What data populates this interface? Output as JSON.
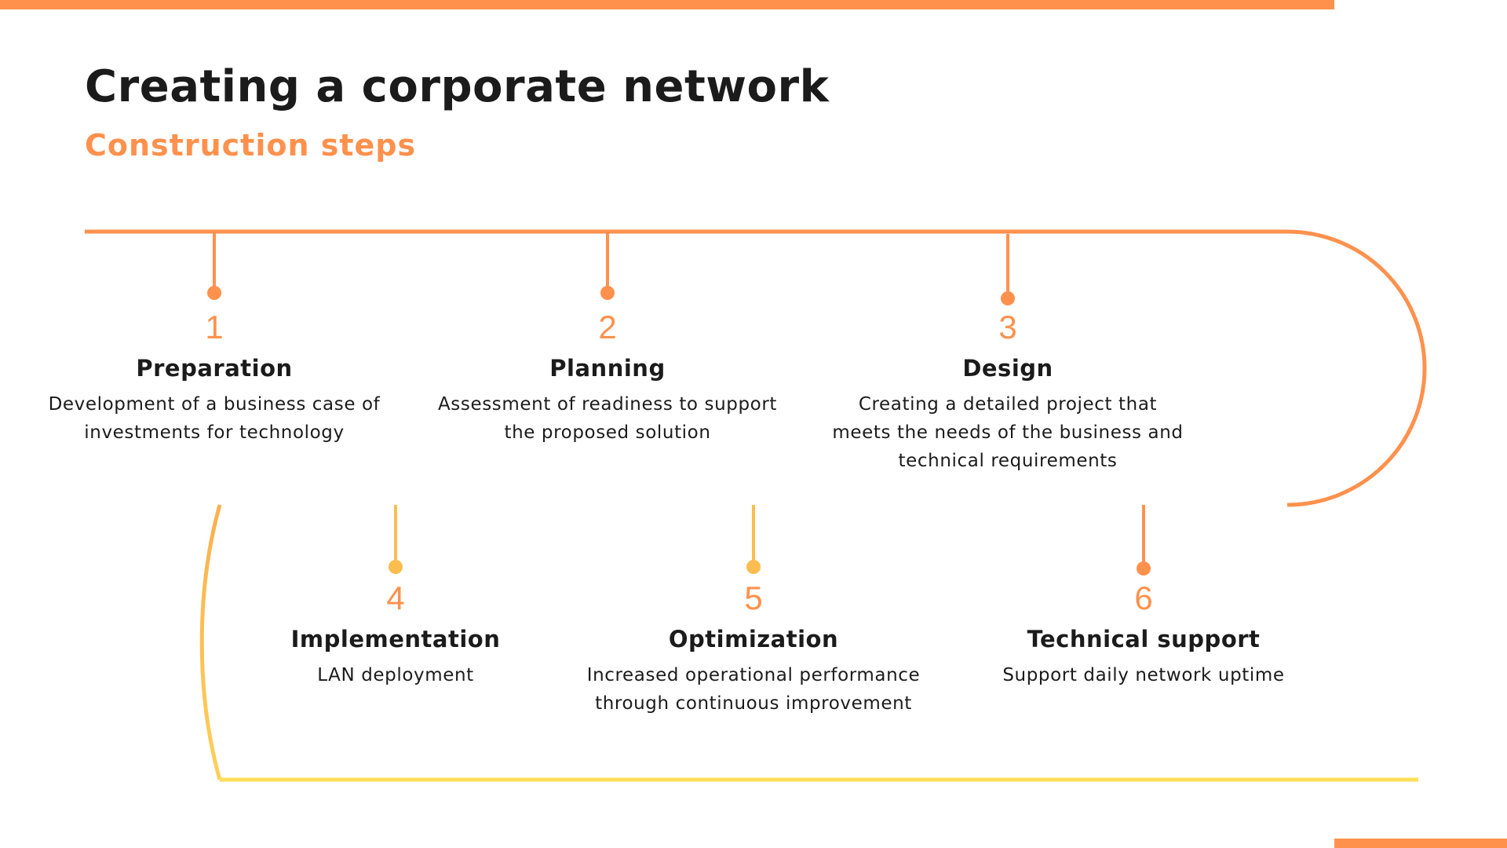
{
  "title": "Creating a corporate network",
  "subtitle": "Construction steps",
  "colors": {
    "accent": "#ff914d",
    "amber": "#fbbd4f",
    "yellow": "#ffde59",
    "text": "#1b1b1b",
    "background": "#ffffff"
  },
  "steps": [
    {
      "number": "1",
      "name": "Preparation",
      "desc_lines": [
        "Development of a business case of",
        "investments for technology"
      ]
    },
    {
      "number": "2",
      "name": "Planning",
      "desc_lines": [
        "Assessment of readiness to support",
        "the proposed solution"
      ]
    },
    {
      "number": "3",
      "name": "Design",
      "desc_lines": [
        "Creating a detailed project that",
        "meets the needs of the business and",
        "technical requirements"
      ]
    },
    {
      "number": "4",
      "name": "Implementation",
      "desc_lines": [
        "LAN deployment"
      ]
    },
    {
      "number": "5",
      "name": "Optimization",
      "desc_lines": [
        "Increased operational performance",
        "through continuous improvement"
      ]
    },
    {
      "number": "6",
      "name": "Technical support",
      "desc_lines": [
        "Support daily network uptime"
      ]
    }
  ]
}
